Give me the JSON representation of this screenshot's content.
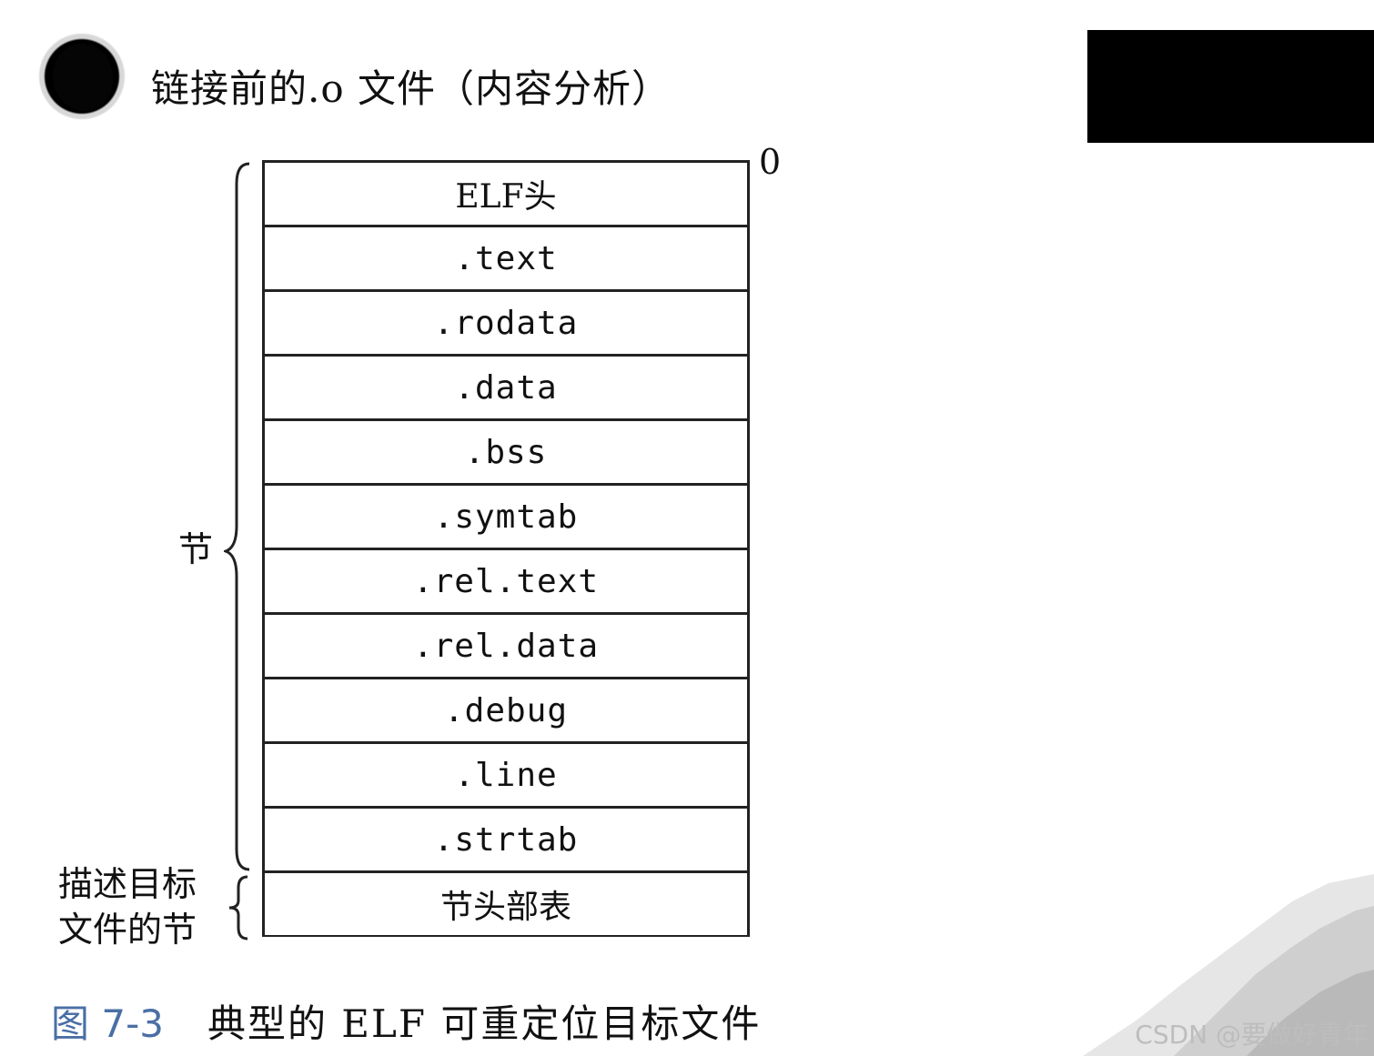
{
  "slide": {
    "title": "链接前的.o 文件（内容分析）"
  },
  "diagram": {
    "address_label": "0",
    "sections": [
      "ELF头",
      ".text",
      ".rodata",
      ".data",
      ".bss",
      ".symtab",
      ".rel.text",
      ".rel.data",
      ".debug",
      ".line",
      ".strtab",
      "节头部表"
    ],
    "sections_brace_label": "节",
    "table_brace_label_line1": "描述目标",
    "table_brace_label_line2": "文件的节",
    "caption_figure": "图 7-3",
    "caption_text": "典型的 ELF 可重定位目标文件"
  },
  "watermark": "CSDN @要做好青年"
}
